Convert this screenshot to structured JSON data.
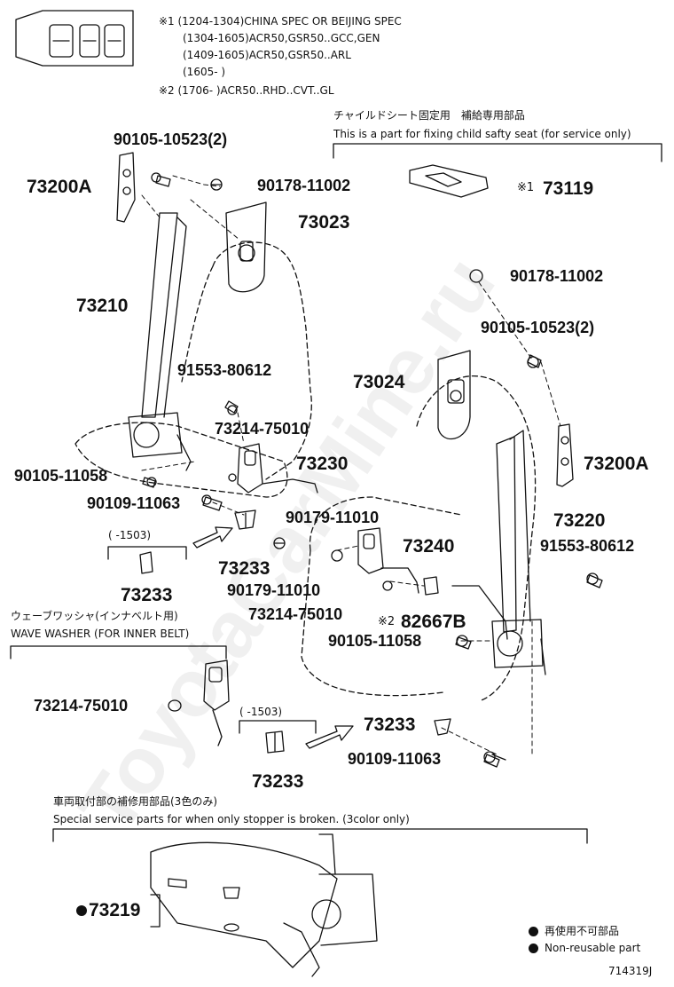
{
  "watermark": "ToyotaCarMine.ru",
  "notes": {
    "n1_1": "※1 (1204-1304)CHINA SPEC OR BEIJING SPEC",
    "n1_2": "(1304-1605)ACR50,GSR50..GCC,GEN",
    "n1_3": "(1409-1605)ACR50,GSR50..ARL",
    "n1_4": "(1605-        )",
    "n2": "※2 (1706-        )ACR50..RHD..CVT..GL"
  },
  "sections": {
    "child_jp": "チャイルドシート固定用　補給専用部品",
    "child_en": "This is a part for fixing child safty seat (for service only)",
    "washer_jp": "ウェーブワッシャ(インナベルト用)",
    "washer_en": "WAVE WASHER (FOR INNER BELT)",
    "stopper_jp": "車両取付部の補修用部品(3色のみ)",
    "stopper_en": "Special service parts for when only stopper is broken. (3color only)"
  },
  "parts": {
    "p90105_10523_a": "90105-10523(2)",
    "p73200A_a": "73200A",
    "p90178_11002_a": "90178-11002",
    "p73023": "73023",
    "p73210": "73210",
    "p91553_80612_a": "91553-80612",
    "p73214_75010_a": "73214-75010",
    "p73230": "73230",
    "p90105_11058_a": "90105-11058",
    "p90109_11063_a": "90109-11063",
    "range_a": "(      -1503)",
    "p73233_a": "73233",
    "p73233_b": "73233",
    "p90179_11010_a": "90179-11010",
    "p73119_mark": "※1",
    "p73119": "73119",
    "p90178_11002_b": "90178-11002",
    "p90105_10523_b": "90105-10523(2)",
    "p73024": "73024",
    "p73200A_b": "73200A",
    "p90179_11010_b": "90179-11010",
    "p73240": "73240",
    "p73220": "73220",
    "p91553_80612_b": "91553-80612",
    "p73214_75010_b": "73214-75010",
    "p82667B_mark": "※2",
    "p82667B": "82667B",
    "p90105_11058_b": "90105-11058",
    "p73214_75010_c": "73214-75010",
    "range_b": "(      -1503)",
    "p73233_c": "73233",
    "p73233_d": "73233",
    "p90109_11063_b": "90109-11063",
    "p73219": "73219"
  },
  "legend": {
    "jp": "再使用不可部品",
    "en": "Non-reusable part"
  },
  "figure_code": "714319J"
}
